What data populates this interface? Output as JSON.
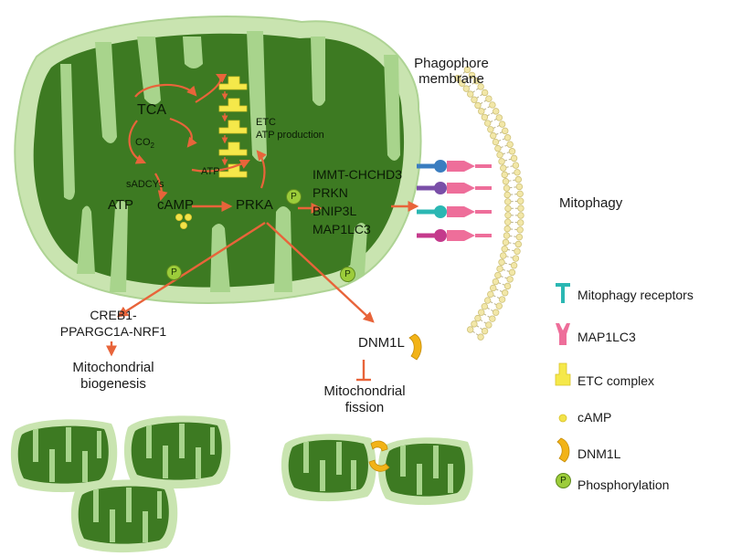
{
  "labels": {
    "tca": "TCA",
    "co2_base": "CO",
    "co2_sub": "2",
    "atp_inner": "ATP",
    "sadcys": "sADCYs",
    "atp_left": "ATP",
    "camp": "cAMP",
    "prka": "PRKA",
    "etc_line1": "ETC",
    "etc_line2": "ATP production",
    "receptor_1": "IMMT-CHCHD3",
    "receptor_2": "PRKN",
    "receptor_3": "BNIP3L",
    "receptor_4": "MAP1LC3",
    "phagophore_line1": "Phagophore",
    "phagophore_line2": "membrane",
    "mitophagy": "Mitophagy",
    "creb_line1": "CREB1-",
    "creb_line2": "PPARGC1A-NRF1",
    "biogenesis_line1": "Mitochondrial",
    "biogenesis_line2": "biogenesis",
    "dnm1l": "DNM1L",
    "fission_line1": "Mitochondrial",
    "fission_line2": "fission",
    "p_symbol": "P"
  },
  "legend": [
    {
      "icon": "mitophagy-receptor-icon",
      "label": "Mitophagy receptors",
      "color": "#2bb7b3"
    },
    {
      "icon": "map1lc3-icon",
      "label": "MAP1LC3",
      "color": "#ee6e9a"
    },
    {
      "icon": "etc-complex-icon",
      "label": "ETC complex",
      "color": "#f5e84a"
    },
    {
      "icon": "camp-icon",
      "label": "cAMP",
      "color": "#f2e24a"
    },
    {
      "icon": "dnm1l-icon",
      "label": "DNM1L",
      "color": "#f2b317"
    },
    {
      "icon": "phosphorylation-icon",
      "label": "Phosphorylation",
      "color": "#9ccc3a"
    }
  ],
  "colors": {
    "outer_membrane": "#c9e4b0",
    "matrix": "#3d7a22",
    "cristae": "#a8d48c",
    "arrow": "#e8643a",
    "receptor_teal": "#2bb7b3",
    "receptor_blue": "#3a7dc0",
    "receptor_purple": "#7a4fa8",
    "receptor_magenta": "#c43a8c",
    "lc3_pink": "#ee6e9a",
    "phospholipid_head": "#f2e7a8"
  }
}
